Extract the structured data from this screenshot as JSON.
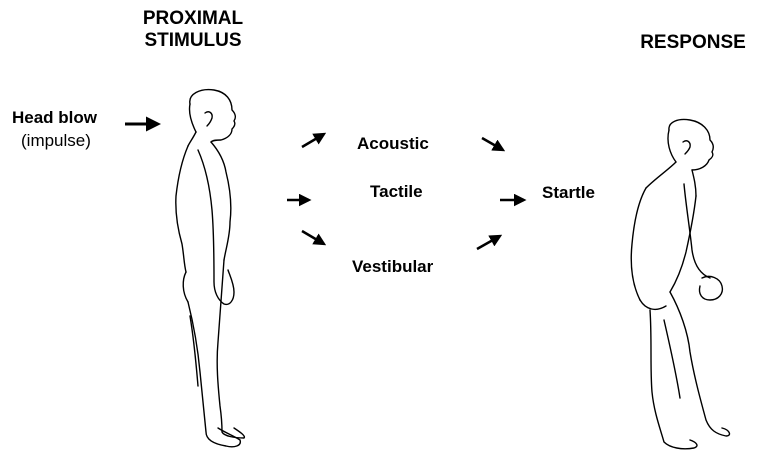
{
  "headings": {
    "stimulus_line1": "PROXIMAL",
    "stimulus_line2": "STIMULUS",
    "response": "RESPONSE"
  },
  "input": {
    "label": "Head blow",
    "sublabel": "(impulse)"
  },
  "channels": [
    "Acoustic",
    "Tactile",
    "Vestibular"
  ],
  "output": {
    "label": "Startle"
  }
}
